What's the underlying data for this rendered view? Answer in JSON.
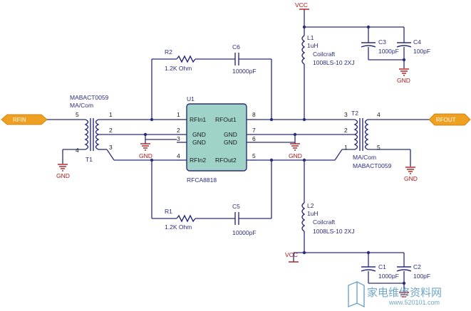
{
  "ports": {
    "in": "RFIN",
    "out": "RFOUT"
  },
  "chip": {
    "ref": "U1",
    "part": "RFCA8818",
    "left_pins": [
      "RFIn1",
      "GND",
      "GND",
      "RFIn2"
    ],
    "right_pins": [
      "RFOut1",
      "GND",
      "GND",
      "RFOut2"
    ],
    "left_nums": [
      "1",
      "2",
      "3",
      "4"
    ],
    "right_nums": [
      "8",
      "7",
      "6",
      "5"
    ]
  },
  "t1": {
    "ref": "T1",
    "vendor": "MA/Com",
    "part": "MABACT0059",
    "pins": [
      "5",
      "4",
      "1",
      "2",
      "3"
    ]
  },
  "t2": {
    "ref": "T2",
    "vendor": "MA/Com",
    "part": "MABACT0059",
    "pins": [
      "3",
      "2",
      "1",
      "4",
      "5"
    ]
  },
  "r2": {
    "ref": "R2",
    "value": "1.2K Ohm"
  },
  "r1": {
    "ref": "R1",
    "value": "1.2K Ohm"
  },
  "c6": {
    "ref": "C6",
    "value": "10000pF"
  },
  "c5": {
    "ref": "C5",
    "value": "10000pF"
  },
  "l1": {
    "ref": "L1",
    "value": "1uH",
    "vendor": "Coilcraft",
    "part": "1008LS-10 2XJ"
  },
  "l2": {
    "ref": "L2",
    "value": "1uH",
    "vendor": "Coilcraft",
    "part": "1008LS-10 2XJ"
  },
  "c3": {
    "ref": "C3",
    "value": "1000pF"
  },
  "c4": {
    "ref": "C4",
    "value": "100pF"
  },
  "c1": {
    "ref": "C1",
    "value": "1000pF"
  },
  "c2": {
    "ref": "C2",
    "value": "100pF"
  },
  "nets": {
    "vcc": "VCC",
    "gnd": "GND"
  },
  "watermark": {
    "text": "家电维修资料网",
    "url": "www.520101.com"
  },
  "colors": {
    "wire": "#2b2d7a",
    "ground": "#b01818",
    "chip": "#9fd3c8",
    "port": "#f0a020",
    "watermark": "#6fa6c6"
  }
}
